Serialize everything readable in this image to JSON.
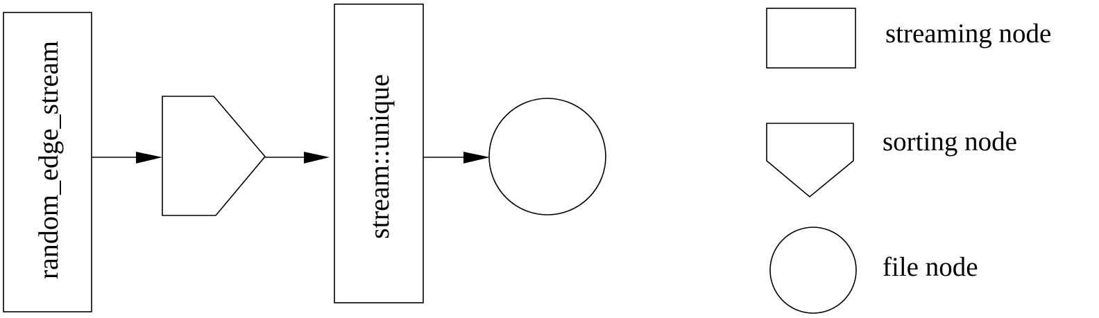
{
  "pipeline": {
    "source_node": {
      "label": "random_edge_stream",
      "kind": "streaming"
    },
    "sort_node": {
      "label": "",
      "kind": "sorting"
    },
    "unique_node": {
      "label": "stream::unique",
      "kind": "streaming"
    },
    "output_node": {
      "label": "",
      "kind": "file"
    }
  },
  "legend": {
    "streaming": {
      "label": "streaming node"
    },
    "sorting": {
      "label": "sorting node"
    },
    "file": {
      "label": "file node"
    }
  },
  "colors": {
    "stroke": "#000000",
    "background": "#ffffff"
  }
}
